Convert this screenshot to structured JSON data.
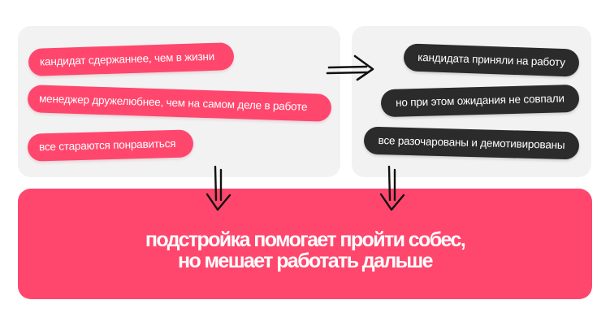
{
  "colors": {
    "accent_red": "#ff476d",
    "dark_pill": "#2b2b2b",
    "panel_bg": "#f2f2f2",
    "text_light": "#ffffff",
    "arrow": "#111111"
  },
  "left_panel": {
    "items": [
      {
        "label": "кандидат сдержаннее, чем в жизни"
      },
      {
        "label": "менеджер дружелюбнее, чем на самом деле в работе"
      },
      {
        "label": "все стараются понравиться"
      }
    ]
  },
  "right_panel": {
    "items": [
      {
        "label": "кандидата приняли на работу"
      },
      {
        "label": "но при этом ожидания не совпали"
      },
      {
        "label": "все разочарованы и демотивированы"
      }
    ]
  },
  "arrows": {
    "right_arrow_icon": "double-arrow-right",
    "down_arrow_icons": [
      "double-arrow-down",
      "double-arrow-down"
    ]
  },
  "conclusion": {
    "line1": "подстройка помогает пройти собес,",
    "line2": "но мешает работать дальше"
  }
}
